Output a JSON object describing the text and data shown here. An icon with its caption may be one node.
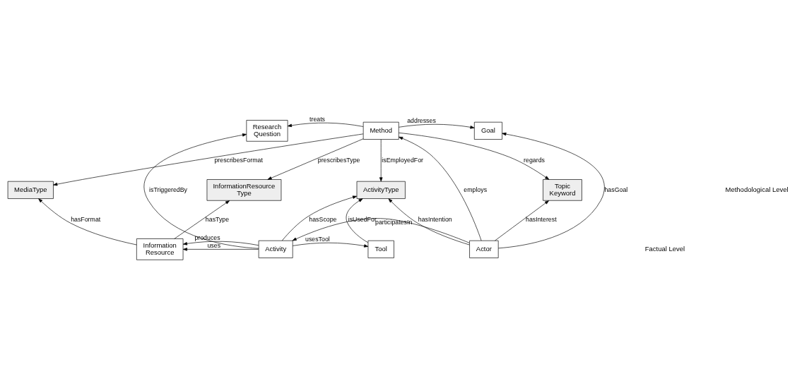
{
  "diagram": {
    "nodes": [
      {
        "text": [
          "Research Question"
        ]
      },
      {
        "text": [
          "Method"
        ]
      },
      {
        "text": [
          "Goal"
        ]
      },
      {
        "text": [
          "MediaType"
        ]
      },
      {
        "text": [
          "InformationResource Type"
        ]
      },
      {
        "text": [
          "ActivityType"
        ]
      },
      {
        "text": [
          "Topic Keyword"
        ]
      },
      {
        "text": [
          "Information Resource"
        ]
      },
      {
        "text": [
          "Activity"
        ]
      },
      {
        "text": [
          "Tool"
        ]
      },
      {
        "text": [
          "Actor"
        ]
      }
    ],
    "edges": [
      {
        "from": 10,
        "to": 1,
        "arrow": "to",
        "label": "employs"
      },
      {
        "from": 1,
        "to": 0,
        "arrow": "to",
        "label": "treats"
      },
      {
        "from": 1,
        "to": 2,
        "arrow": "to",
        "label": "addresses"
      },
      {
        "from": 1,
        "to": 3,
        "arrow": "to",
        "label": "prescribesFormat"
      },
      {
        "from": 1,
        "to": 4,
        "arrow": "to",
        "label": "prescribesType"
      },
      {
        "from": 1,
        "to": 5,
        "arrow": "to",
        "label": "isEmployedFor"
      },
      {
        "from": 1,
        "to": 6,
        "arrow": "to",
        "label": "regards"
      },
      {
        "from": 10,
        "to": 2,
        "arrow": "to",
        "label": "hasGoal"
      },
      {
        "from": 10,
        "to": 6,
        "arrow": "to",
        "label": "hasInterest"
      },
      {
        "from": 7,
        "to": 3,
        "arrow": "to",
        "label": "hasFormat"
      },
      {
        "from": 7,
        "to": 4,
        "arrow": "to",
        "label": "hasType"
      },
      {
        "from": 8,
        "to": 5,
        "arrow": "to",
        "label": "hasScope"
      },
      {
        "from": 9,
        "to": 5,
        "arrow": "to",
        "label": "isUsedFor"
      },
      {
        "from": 10,
        "to": 5,
        "arrow": "to",
        "label": "hasIntention"
      },
      {
        "from": 8,
        "to": 7,
        "arrow": "to",
        "label": "uses"
      },
      {
        "from": 8,
        "to": 9,
        "arrow": "to",
        "label": "usesTool"
      },
      {
        "from": 8,
        "to": 7,
        "arrow": "to",
        "label": "produces"
      },
      {
        "from": 10,
        "to": 8,
        "arrow": "to",
        "label": "participatesIn"
      },
      {
        "from": 8,
        "to": 0,
        "arrow": "to",
        "label": "isTriggeredBy"
      }
    ],
    "labels": [
      "Methodological Level",
      "Factual Level"
    ]
  }
}
